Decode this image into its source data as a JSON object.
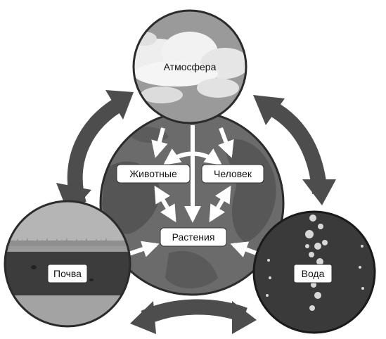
{
  "nodes": {
    "atmosphere": "Атмосфера",
    "animals": "Животные",
    "human": "Человек",
    "plants": "Растения",
    "soil": "Почва",
    "water": "Вода"
  },
  "colors": {
    "arrow": "#4d4d4d",
    "outline": "#2b2b2b",
    "globe": "#6b6b6b",
    "sky": "#9a9a9a",
    "water": "#3a3a3a",
    "soil": "#3c3c3c",
    "grass": "#8f8f8f"
  }
}
